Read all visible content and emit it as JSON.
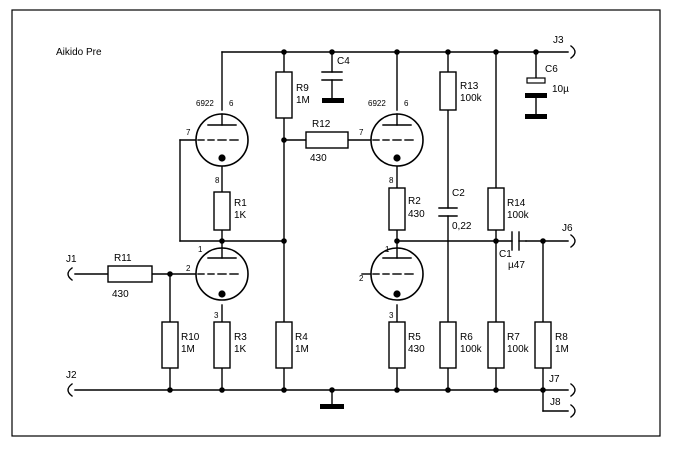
{
  "title": "Aikido Pre",
  "tubes": {
    "v1": {
      "type": "6922",
      "pin_plate": "6",
      "pin_grid": "7",
      "pin_cathode": "8"
    },
    "v2": {
      "type": "6922",
      "pin_plate": "6",
      "pin_grid": "7",
      "pin_cathode": "8"
    },
    "v3": {
      "pin_plate": "1",
      "pin_grid": "2",
      "pin_cathode": "3"
    },
    "v4": {
      "pin_plate": "1",
      "pin_grid": "2",
      "pin_cathode": "3"
    }
  },
  "resistors": {
    "r1": {
      "name": "R1",
      "value": "1K"
    },
    "r2": {
      "name": "R2",
      "value": "430"
    },
    "r3": {
      "name": "R3",
      "value": "1K"
    },
    "r4": {
      "name": "R4",
      "value": "1M"
    },
    "r5": {
      "name": "R5",
      "value": "430"
    },
    "r6": {
      "name": "R6",
      "value": "100k"
    },
    "r7": {
      "name": "R7",
      "value": "100k"
    },
    "r8": {
      "name": "R8",
      "value": "1M"
    },
    "r9": {
      "name": "R9",
      "value": "1M"
    },
    "r10": {
      "name": "R10",
      "value": "1M"
    },
    "r11": {
      "name": "R11",
      "value": "430"
    },
    "r12": {
      "name": "R12",
      "value": "430"
    },
    "r13": {
      "name": "R13",
      "value": "100k"
    },
    "r14": {
      "name": "R14",
      "value": "100k"
    }
  },
  "capacitors": {
    "c1": {
      "name": "C1",
      "value": "µ47"
    },
    "c2": {
      "name": "C2",
      "value": "0,22"
    },
    "c4": {
      "name": "C4",
      "value": ""
    },
    "c6": {
      "name": "C6",
      "value": "10µ"
    }
  },
  "connectors": {
    "j1": "J1",
    "j2": "J2",
    "j3": "J3",
    "j6": "J6",
    "j7": "J7",
    "j8": "J8"
  }
}
